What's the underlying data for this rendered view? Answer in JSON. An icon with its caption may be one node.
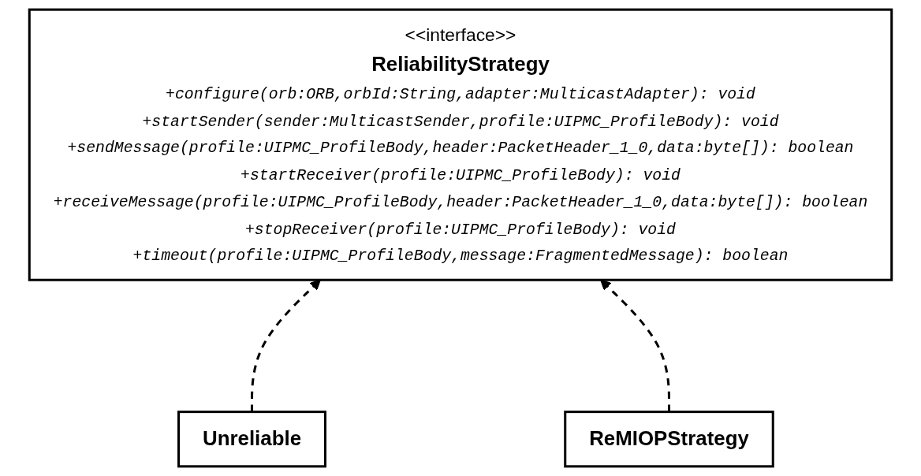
{
  "diagram": {
    "nodes": [
      {
        "text": [
          "<<interface>>",
          "ReliabilityStrategy",
          "+configure(orb:ORB,orbId:String,adapter:MulticastAdapter): void",
          "+startSender(sender:MulticastSender,profile:UIPMC_ProfileBody): void",
          "+sendMessage(profile:UIPMC_ProfileBody,header:PacketHeader_1_0,data:byte[]): boolean",
          "+startReceiver(profile:UIPMC_ProfileBody): void",
          "+receiveMessage(profile:UIPMC_ProfileBody,header:PacketHeader_1_0,data:byte[]): boolean",
          "+stopReceiver(profile:UIPMC_ProfileBody): void",
          "+timeout(profile:UIPMC_ProfileBody,message:FragmentedMessage): boolean"
        ]
      },
      {
        "text": [
          "Unreliable"
        ]
      },
      {
        "text": [
          "ReMIOPStrategy"
        ]
      }
    ],
    "edges": [
      {
        "from": 1,
        "to": 0,
        "arrow": "to",
        "style": "dashed"
      },
      {
        "from": 2,
        "to": 0,
        "arrow": "to",
        "style": "dashed"
      }
    ]
  }
}
